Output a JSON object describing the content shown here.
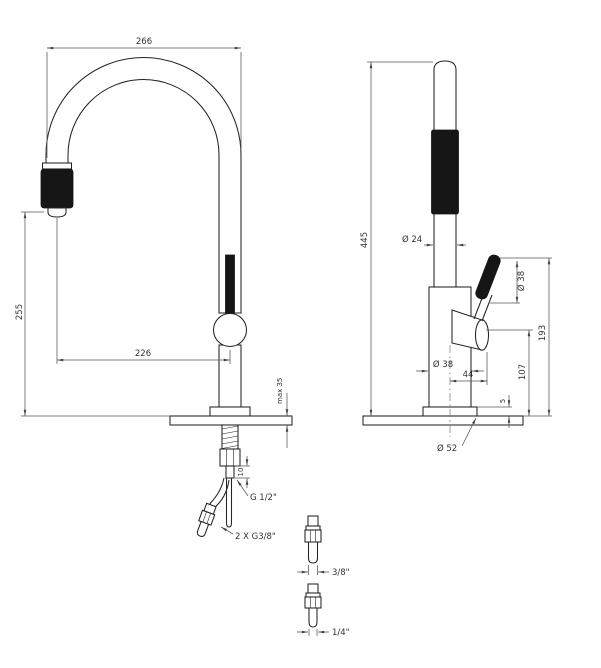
{
  "front_view": {
    "dim_reach_top": "266",
    "dim_outlet_height": "255",
    "dim_reach_outlet": "226",
    "dim_deck_max": "max 35",
    "dim_shank": "10",
    "label_inlet_thread": "G 1/2\"",
    "label_hose_threads": "2 X G3/8\""
  },
  "side_view": {
    "dim_total_height": "445",
    "dim_spout_diameter": "Ø 24",
    "dim_handle_grip_diameter": "Ø 38",
    "dim_body_diameter": "Ø 38",
    "dim_handle_top_height": "193",
    "dim_handle_pivot_height": "107",
    "dim_handle_offset": "44",
    "dim_base_plate_height": "5",
    "dim_base_diameter": "Ø 52"
  },
  "details": {
    "label_fitting_upper": "3/8\"",
    "label_fitting_lower": "1/4\""
  }
}
